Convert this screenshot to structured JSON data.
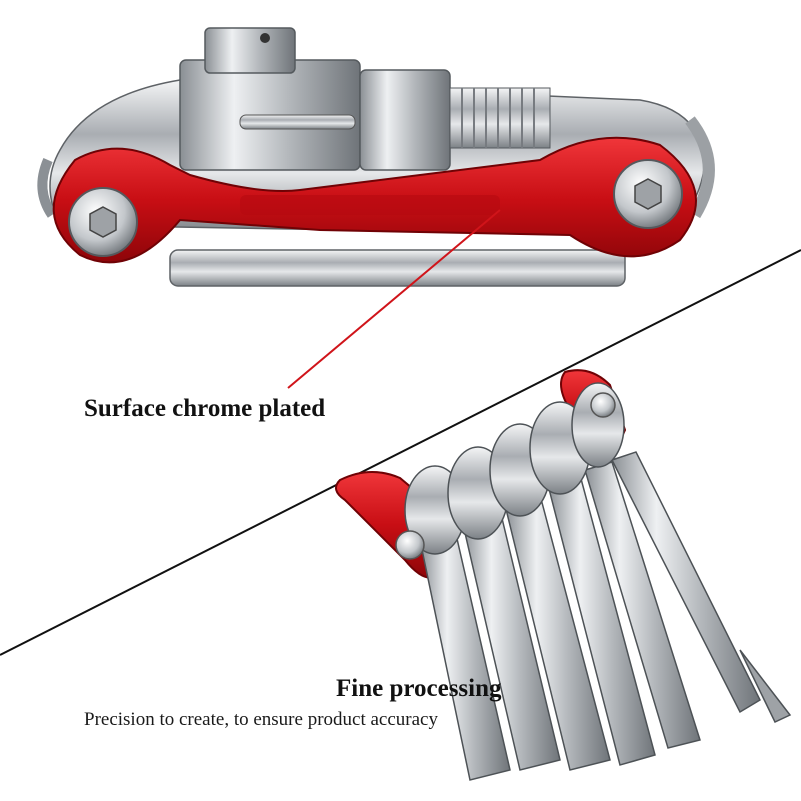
{
  "callout_top": {
    "label": "Surface chrome plated"
  },
  "callout_bottom": {
    "title": "Fine processing",
    "subtitle": "Precision to create, to ensure product accuracy"
  },
  "colors": {
    "accent_red": "#d0141a",
    "chrome": "#c8ccd0",
    "divider": "#111111",
    "pointer": "#d0141a",
    "text": "#111111"
  }
}
